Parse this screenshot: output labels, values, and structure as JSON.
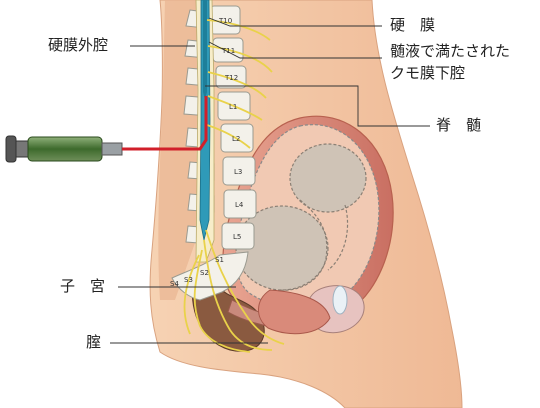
{
  "labels": {
    "epidural_space": "硬膜外腔",
    "dura": "硬　膜",
    "subarachnoid": "髄液で満たされた\nクモ膜下腔",
    "subarachnoid_line1": "髄液で満たされた",
    "subarachnoid_line2": "クモ膜下腔",
    "spinal_cord": "脊　髄",
    "uterus": "子　宮",
    "vagina": "腟"
  },
  "vertebrae": [
    "T10",
    "T11",
    "T12",
    "L1",
    "L2",
    "L3",
    "L4",
    "L5",
    "S1",
    "S2",
    "S3",
    "S4"
  ],
  "colors": {
    "skin": "#f4c9a6",
    "skin_edge": "#c98d6a",
    "bone": "#f3f1ea",
    "bone_edge": "#9a9a90",
    "nerve": "#e9d24a",
    "csf": "#2f9ab8",
    "needle": "#d11f2a",
    "syringe": "#4a7a35",
    "fetus": "#c9bcae",
    "uterus_wall": "#d98a7a",
    "label_line": "#333333"
  }
}
